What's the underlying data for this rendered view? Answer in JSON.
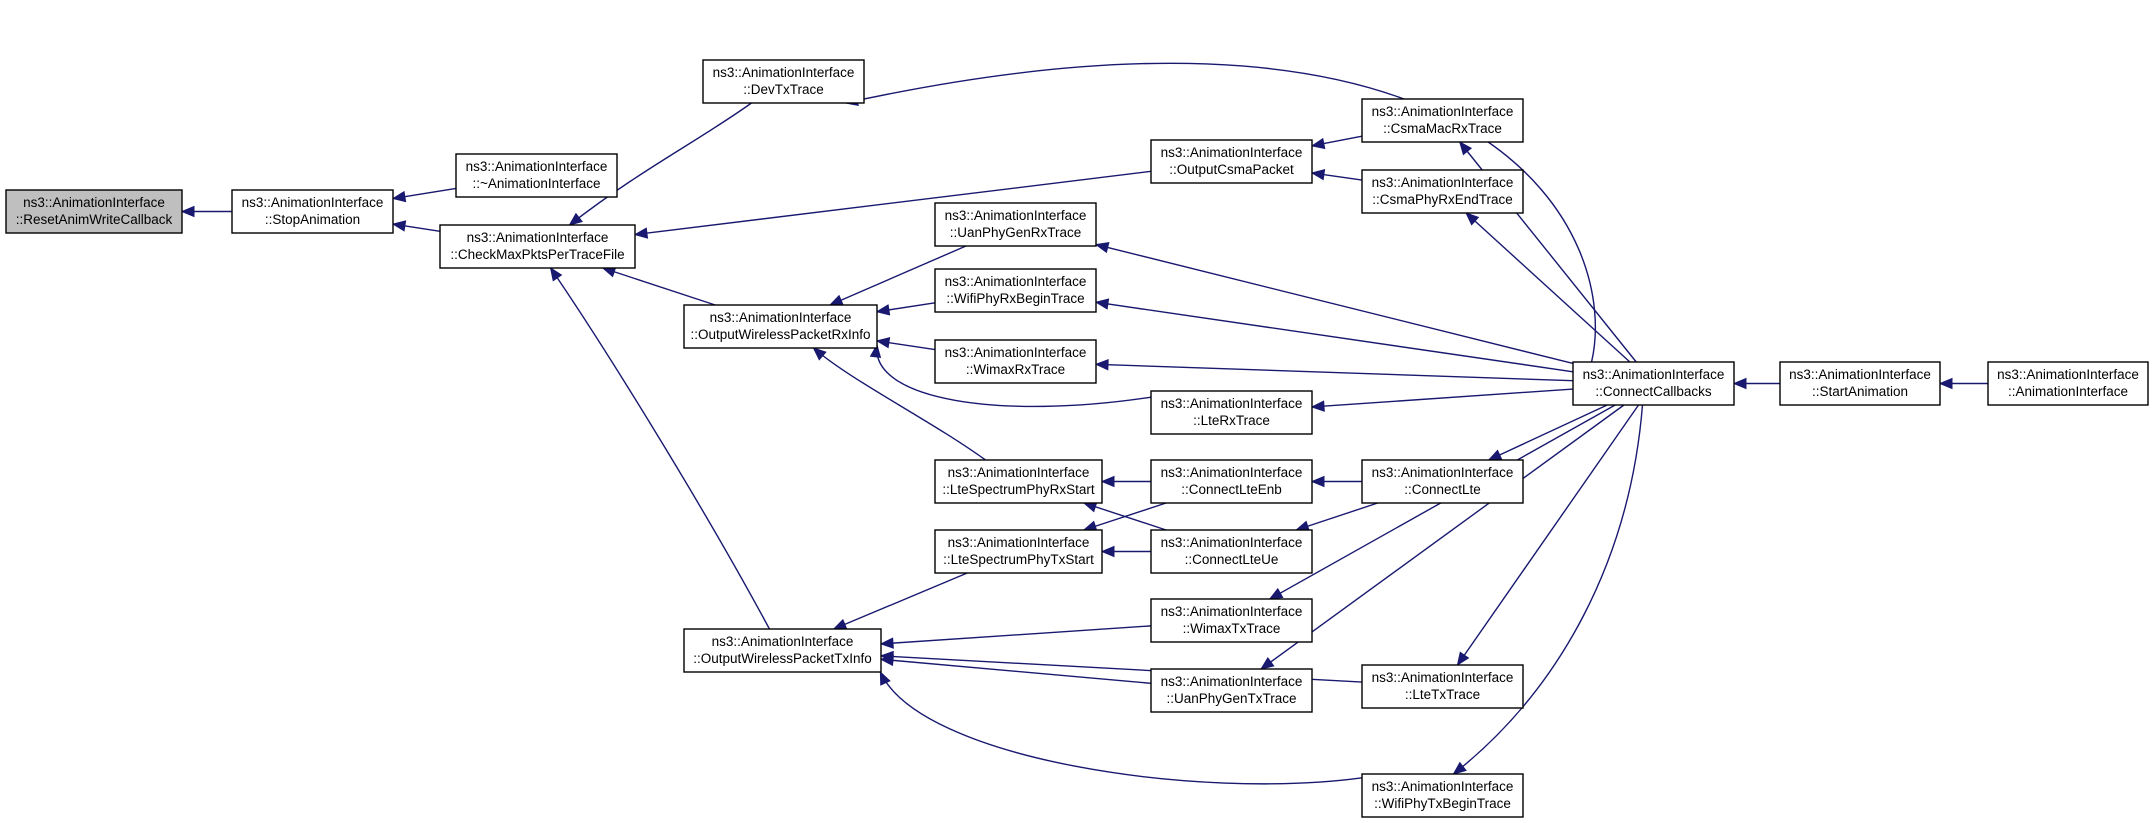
{
  "graph": {
    "colors": {
      "edge": "#191970",
      "root_fill": "#bfbfbf",
      "node_fill": "#ffffff",
      "border": "#000000"
    },
    "nodes": [
      {
        "id": "reset",
        "line1": "ns3::AnimationInterface",
        "line2": "::ResetAnimWriteCallback",
        "root": true
      },
      {
        "id": "stop",
        "line1": "ns3::AnimationInterface",
        "line2": "::StopAnimation"
      },
      {
        "id": "dtor",
        "line1": "ns3::AnimationInterface",
        "line2": "::~AnimationInterface"
      },
      {
        "id": "checkmax",
        "line1": "ns3::AnimationInterface",
        "line2": "::CheckMaxPktsPerTraceFile"
      },
      {
        "id": "devtx",
        "line1": "ns3::AnimationInterface",
        "line2": "::DevTxTrace"
      },
      {
        "id": "outcsma",
        "line1": "ns3::AnimationInterface",
        "line2": "::OutputCsmaPacket"
      },
      {
        "id": "csmamac",
        "line1": "ns3::AnimationInterface",
        "line2": "::CsmaMacRxTrace"
      },
      {
        "id": "csmaphy",
        "line1": "ns3::AnimationInterface",
        "line2": "::CsmaPhyRxEndTrace"
      },
      {
        "id": "outwrx",
        "line1": "ns3::AnimationInterface",
        "line2": "::OutputWirelessPacketRxInfo"
      },
      {
        "id": "uanrx",
        "line1": "ns3::AnimationInterface",
        "line2": "::UanPhyGenRxTrace"
      },
      {
        "id": "wifirx",
        "line1": "ns3::AnimationInterface",
        "line2": "::WifiPhyRxBeginTrace"
      },
      {
        "id": "wimaxrx",
        "line1": "ns3::AnimationInterface",
        "line2": "::WimaxRxTrace"
      },
      {
        "id": "lterx",
        "line1": "ns3::AnimationInterface",
        "line2": "::LteRxTrace"
      },
      {
        "id": "ltespecrx",
        "line1": "ns3::AnimationInterface",
        "line2": "::LteSpectrumPhyRxStart"
      },
      {
        "id": "connenb",
        "line1": "ns3::AnimationInterface",
        "line2": "::ConnectLteEnb"
      },
      {
        "id": "connlte",
        "line1": "ns3::AnimationInterface",
        "line2": "::ConnectLte"
      },
      {
        "id": "ltespectx",
        "line1": "ns3::AnimationInterface",
        "line2": "::LteSpectrumPhyTxStart"
      },
      {
        "id": "connue",
        "line1": "ns3::AnimationInterface",
        "line2": "::ConnectLteUe"
      },
      {
        "id": "outwtx",
        "line1": "ns3::AnimationInterface",
        "line2": "::OutputWirelessPacketTxInfo"
      },
      {
        "id": "wimaxtx",
        "line1": "ns3::AnimationInterface",
        "line2": "::WimaxTxTrace"
      },
      {
        "id": "uantx",
        "line1": "ns3::AnimationInterface",
        "line2": "::UanPhyGenTxTrace"
      },
      {
        "id": "ltetx",
        "line1": "ns3::AnimationInterface",
        "line2": "::LteTxTrace"
      },
      {
        "id": "wifitx",
        "line1": "ns3::AnimationInterface",
        "line2": "::WifiPhyTxBeginTrace"
      },
      {
        "id": "connectcb",
        "line1": "ns3::AnimationInterface",
        "line2": "::ConnectCallbacks"
      },
      {
        "id": "start",
        "line1": "ns3::AnimationInterface",
        "line2": "::StartAnimation"
      },
      {
        "id": "ctor",
        "line1": "ns3::AnimationInterface",
        "line2": "::AnimationInterface"
      }
    ],
    "edges": [
      {
        "from": "stop",
        "to": "reset"
      },
      {
        "from": "dtor",
        "to": "stop"
      },
      {
        "from": "checkmax",
        "to": "stop"
      },
      {
        "from": "devtx",
        "to": "checkmax"
      },
      {
        "from": "outcsma",
        "to": "checkmax"
      },
      {
        "from": "outwrx",
        "to": "checkmax"
      },
      {
        "from": "outwtx",
        "to": "checkmax"
      },
      {
        "from": "connectcb",
        "to": "devtx"
      },
      {
        "from": "csmamac",
        "to": "outcsma"
      },
      {
        "from": "csmaphy",
        "to": "outcsma"
      },
      {
        "from": "connectcb",
        "to": "csmamac"
      },
      {
        "from": "connectcb",
        "to": "csmaphy"
      },
      {
        "from": "uanrx",
        "to": "outwrx"
      },
      {
        "from": "wifirx",
        "to": "outwrx"
      },
      {
        "from": "wimaxrx",
        "to": "outwrx"
      },
      {
        "from": "lterx",
        "to": "outwrx"
      },
      {
        "from": "ltespecrx",
        "to": "outwrx"
      },
      {
        "from": "connectcb",
        "to": "uanrx"
      },
      {
        "from": "connectcb",
        "to": "wifirx"
      },
      {
        "from": "connectcb",
        "to": "wimaxrx"
      },
      {
        "from": "connectcb",
        "to": "lterx"
      },
      {
        "from": "connenb",
        "to": "ltespecrx"
      },
      {
        "from": "connue",
        "to": "ltespecrx"
      },
      {
        "from": "connenb",
        "to": "ltespectx"
      },
      {
        "from": "connue",
        "to": "ltespectx"
      },
      {
        "from": "connlte",
        "to": "connenb"
      },
      {
        "from": "connlte",
        "to": "connue"
      },
      {
        "from": "connectcb",
        "to": "connlte"
      },
      {
        "from": "ltespectx",
        "to": "outwtx"
      },
      {
        "from": "wimaxtx",
        "to": "outwtx"
      },
      {
        "from": "uantx",
        "to": "outwtx"
      },
      {
        "from": "ltetx",
        "to": "outwtx"
      },
      {
        "from": "wifitx",
        "to": "outwtx"
      },
      {
        "from": "connectcb",
        "to": "wimaxtx"
      },
      {
        "from": "connectcb",
        "to": "uantx"
      },
      {
        "from": "connectcb",
        "to": "ltetx"
      },
      {
        "from": "connectcb",
        "to": "wifitx"
      },
      {
        "from": "start",
        "to": "connectcb"
      },
      {
        "from": "ctor",
        "to": "start"
      }
    ]
  }
}
